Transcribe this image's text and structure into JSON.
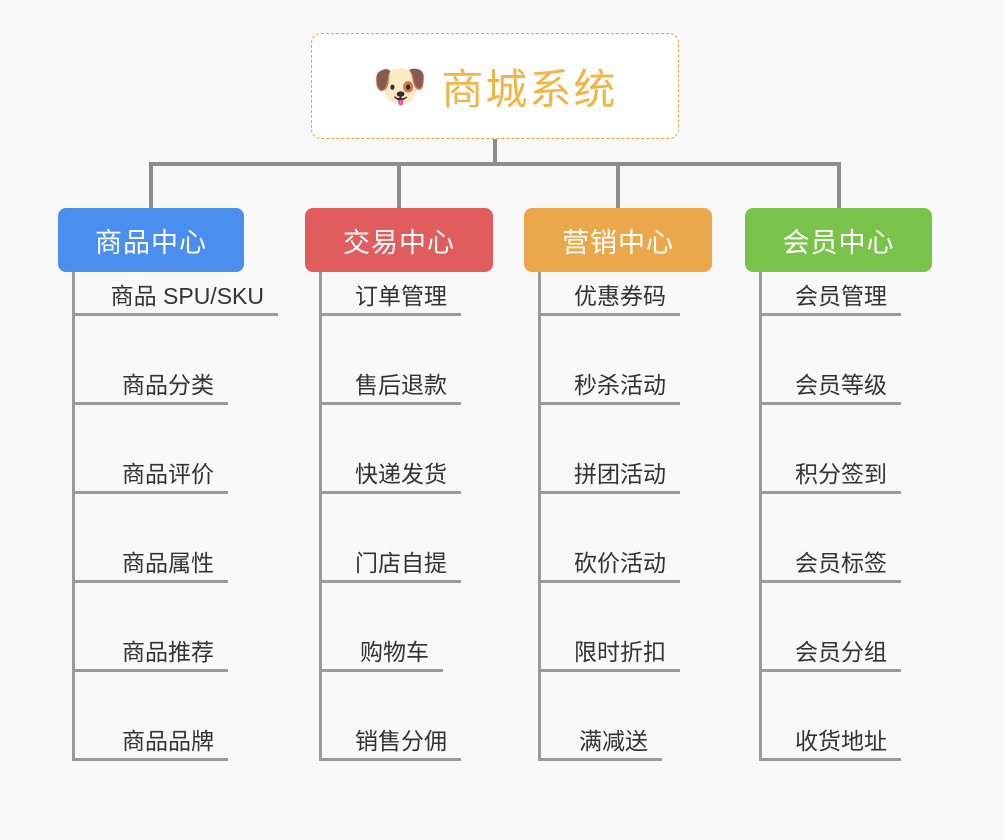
{
  "background_color": "#f8f8f8",
  "root": {
    "icon": "dog-face-emoji",
    "icon_glyph": "🐶",
    "title": "商城系统",
    "title_color": "#f2b544",
    "border_color": "#e6a23c",
    "fill_color": "#ffffff"
  },
  "connector_color": "#8d8d8d",
  "columns": [
    {
      "id": "product-center",
      "label": "商品中心",
      "color": "#4a8ef0",
      "items": [
        {
          "label": "商品 SPU/SKU"
        },
        {
          "label": "商品分类"
        },
        {
          "label": "商品评价"
        },
        {
          "label": "商品属性"
        },
        {
          "label": "商品推荐"
        },
        {
          "label": "商品品牌"
        }
      ]
    },
    {
      "id": "trade-center",
      "label": "交易中心",
      "color": "#e15c5c",
      "items": [
        {
          "label": "订单管理"
        },
        {
          "label": "售后退款"
        },
        {
          "label": "快递发货"
        },
        {
          "label": "门店自提"
        },
        {
          "label": "购物车"
        },
        {
          "label": "销售分佣"
        }
      ]
    },
    {
      "id": "marketing-center",
      "label": "营销中心",
      "color": "#eaa84a",
      "items": [
        {
          "label": "优惠券码"
        },
        {
          "label": "秒杀活动"
        },
        {
          "label": "拼团活动"
        },
        {
          "label": "砍价活动"
        },
        {
          "label": "限时折扣"
        },
        {
          "label": "满减送"
        }
      ]
    },
    {
      "id": "member-center",
      "label": "会员中心",
      "color": "#7ac34a",
      "items": [
        {
          "label": "会员管理"
        },
        {
          "label": "会员等级"
        },
        {
          "label": "积分签到"
        },
        {
          "label": "会员标签"
        },
        {
          "label": "会员分组"
        },
        {
          "label": "收货地址"
        }
      ]
    }
  ]
}
